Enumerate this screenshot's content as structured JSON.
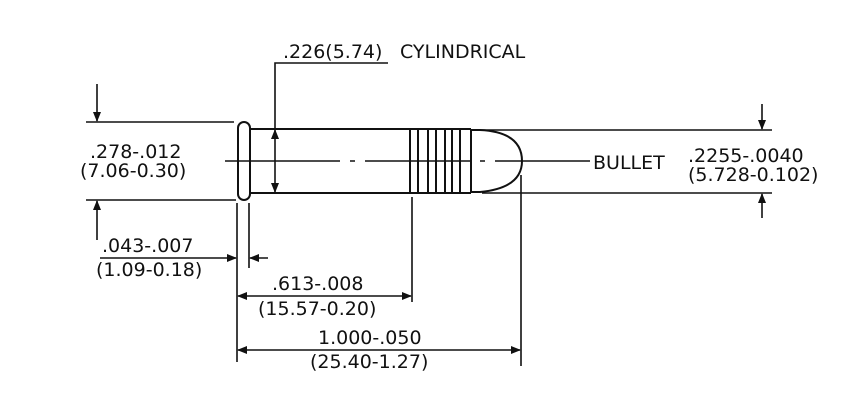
{
  "labels": {
    "cyl_dim": ".226(5.74)",
    "cyl_note": "CYLINDRICAL",
    "rim_dia_in": ".278-.012",
    "rim_dia_mm": "(7.06-0.30)",
    "bullet_label": "BULLET",
    "bullet_dia_in": ".2255-.0040",
    "bullet_dia_mm": "(5.728-0.102)",
    "rim_thk_in": ".043-.007",
    "rim_thk_mm": "(1.09-0.18)",
    "case_len_in": ".613-.008",
    "case_len_mm": "(15.57-0.20)",
    "oal_in": "1.000-.050",
    "oal_mm": "(25.40-1.27)"
  }
}
